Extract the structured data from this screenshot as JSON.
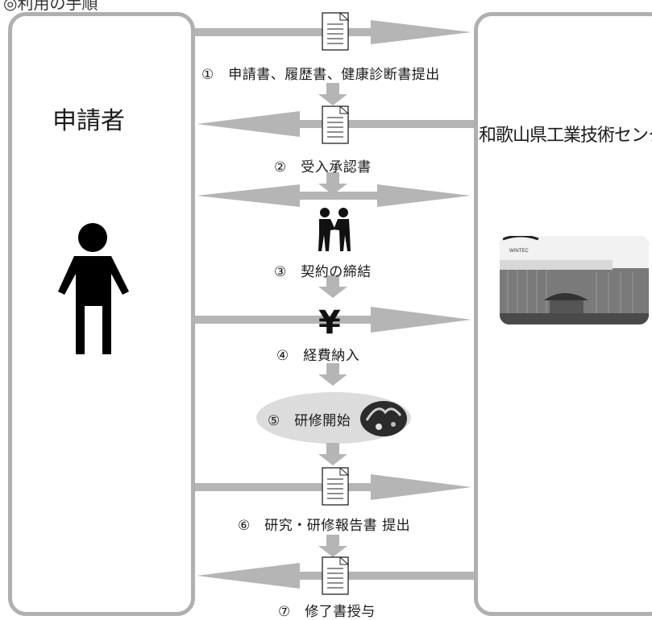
{
  "page": {
    "caption": "◎利用の手順"
  },
  "actors": {
    "applicant": "申請者",
    "center": "和歌山県工業技術センター"
  },
  "building": {
    "sign_text": "WINTEC"
  },
  "steps": [
    {
      "label": "①　申請書、履歴書、健康診断書提出",
      "direction": "to-center",
      "icon": "document-icon"
    },
    {
      "label": "②　受入承認書",
      "direction": "to-applicant",
      "icon": "document-icon"
    },
    {
      "label": "③　契約の締結",
      "direction": "both",
      "icon": "handshake-icon"
    },
    {
      "label": "④　経費納入",
      "direction": "to-center",
      "icon": "yen-icon"
    },
    {
      "label": "⑤　研修開始",
      "direction": "none",
      "icon": "training-photo"
    },
    {
      "label": "⑥　研究・研修報告書 提出",
      "direction": "to-center",
      "icon": "document-icon"
    },
    {
      "label": "⑦　修了書授与",
      "direction": "to-applicant",
      "icon": "document-icon"
    }
  ],
  "colors": {
    "arrow": "#b5b5b5",
    "box_border": "#b0b0b0",
    "oval": "#dcdcdc"
  }
}
